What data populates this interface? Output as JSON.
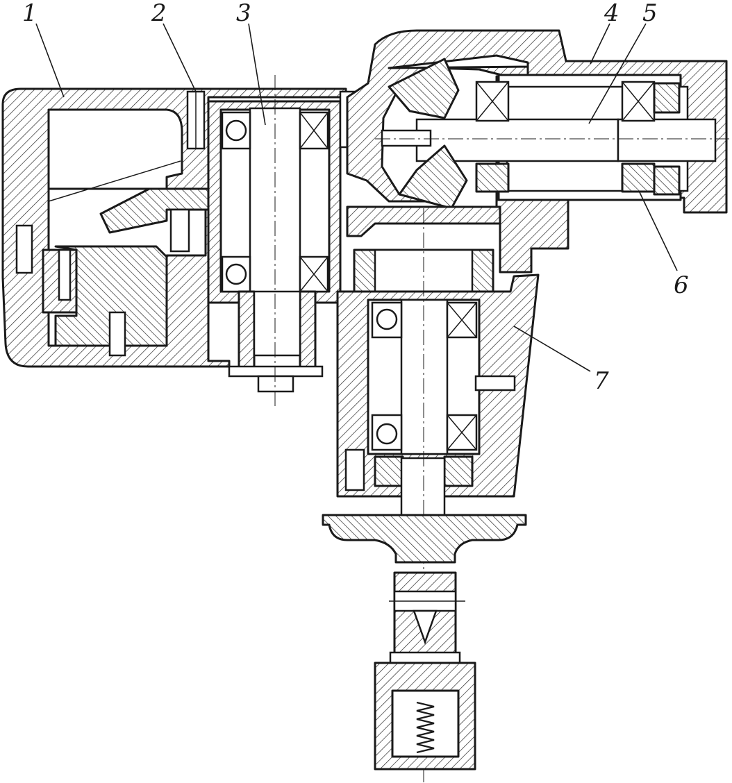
{
  "figure": {
    "callouts": [
      {
        "number": "1"
      },
      {
        "number": "2"
      },
      {
        "number": "3"
      },
      {
        "number": "4"
      },
      {
        "number": "5"
      },
      {
        "number": "6"
      },
      {
        "number": "7"
      }
    ]
  }
}
